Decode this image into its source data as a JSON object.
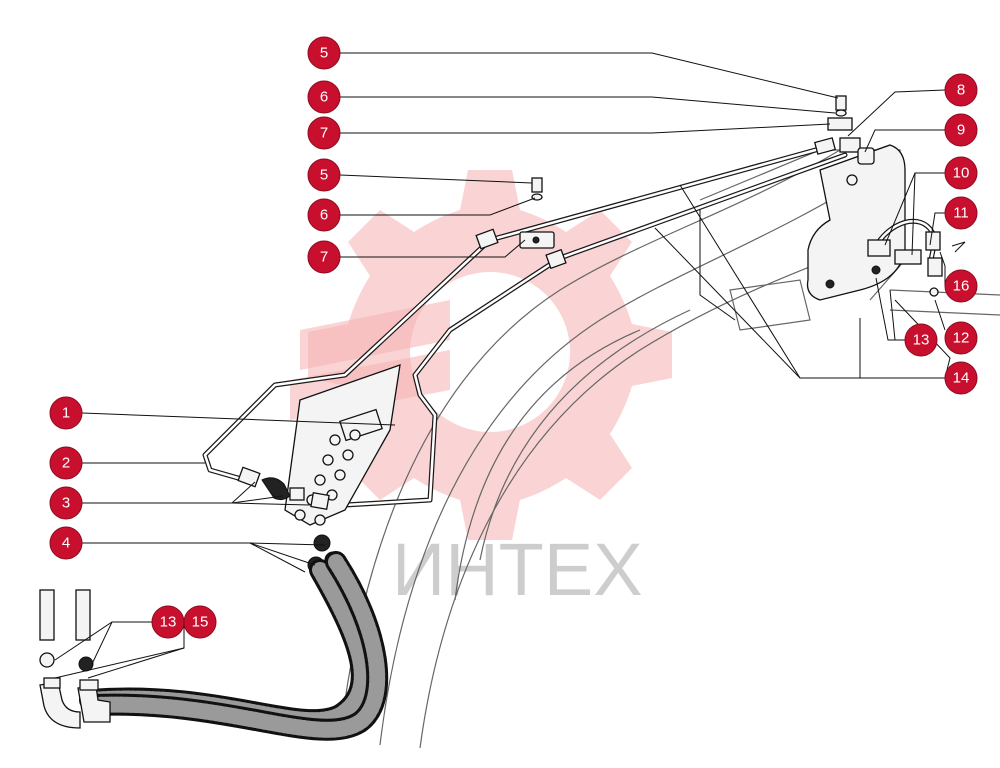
{
  "watermark": {
    "text": "ИНТЕХ",
    "color": "#f08080"
  },
  "accent_color": "#c8102e",
  "callouts": [
    {
      "id": "c5a",
      "label": "5"
    },
    {
      "id": "c6a",
      "label": "6"
    },
    {
      "id": "c7a",
      "label": "7"
    },
    {
      "id": "c5b",
      "label": "5"
    },
    {
      "id": "c6b",
      "label": "6"
    },
    {
      "id": "c7b",
      "label": "7"
    },
    {
      "id": "c8",
      "label": "8"
    },
    {
      "id": "c9",
      "label": "9"
    },
    {
      "id": "c10",
      "label": "10"
    },
    {
      "id": "c11",
      "label": "11"
    },
    {
      "id": "c16",
      "label": "16"
    },
    {
      "id": "c12",
      "label": "12"
    },
    {
      "id": "c13a",
      "label": "13"
    },
    {
      "id": "c14",
      "label": "14"
    },
    {
      "id": "c1",
      "label": "1"
    },
    {
      "id": "c2",
      "label": "2"
    },
    {
      "id": "c3",
      "label": "3"
    },
    {
      "id": "c4",
      "label": "4"
    },
    {
      "id": "c13b",
      "label": "13"
    },
    {
      "id": "c15",
      "label": "15"
    }
  ]
}
